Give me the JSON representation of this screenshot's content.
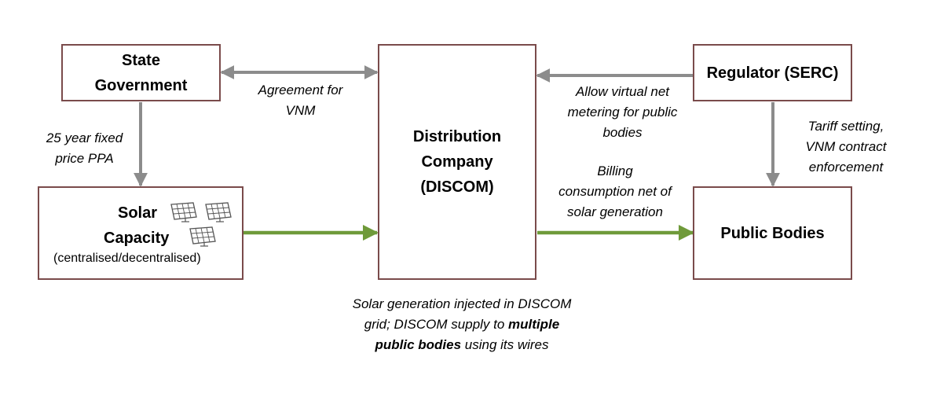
{
  "boxes": {
    "state_government": {
      "line1": "State",
      "line2": "Government"
    },
    "solar_capacity": {
      "line1": "Solar",
      "line2": "Capacity",
      "sub": "(centralised/decentralised)"
    },
    "discom": {
      "line1": "Distribution",
      "line2": "Company",
      "line3": "(DISCOM)"
    },
    "regulator": {
      "title": "Regulator (SERC)"
    },
    "public_bodies": {
      "title": "Public Bodies"
    }
  },
  "labels": {
    "agreement": {
      "line1": "Agreement for",
      "line2": "VNM"
    },
    "ppa": {
      "line1": "25 year fixed",
      "line2": "price PPA"
    },
    "allow_vnm": {
      "line1": "Allow virtual net",
      "line2": "metering for public",
      "line3": "bodies"
    },
    "tariff": {
      "line1": "Tariff setting,",
      "line2": "VNM contract",
      "line3": "enforcement"
    },
    "billing": {
      "line1": "Billing",
      "line2": "consumption net of",
      "line3": "solar generation"
    },
    "bottom_note": {
      "line1": "Solar generation injected in DISCOM",
      "line2_a": "grid; DISCOM supply to ",
      "line2_b": "multiple",
      "line3_a": "public bodies",
      "line3_b": " using its wires"
    }
  },
  "colors": {
    "box_border": "#7a4b4b",
    "gray_arrow": "#8c8c8c",
    "green_arrow": "#6f9a3a"
  },
  "icons": [
    "solar-panel-icon",
    "solar-panel-icon",
    "solar-panel-icon"
  ]
}
